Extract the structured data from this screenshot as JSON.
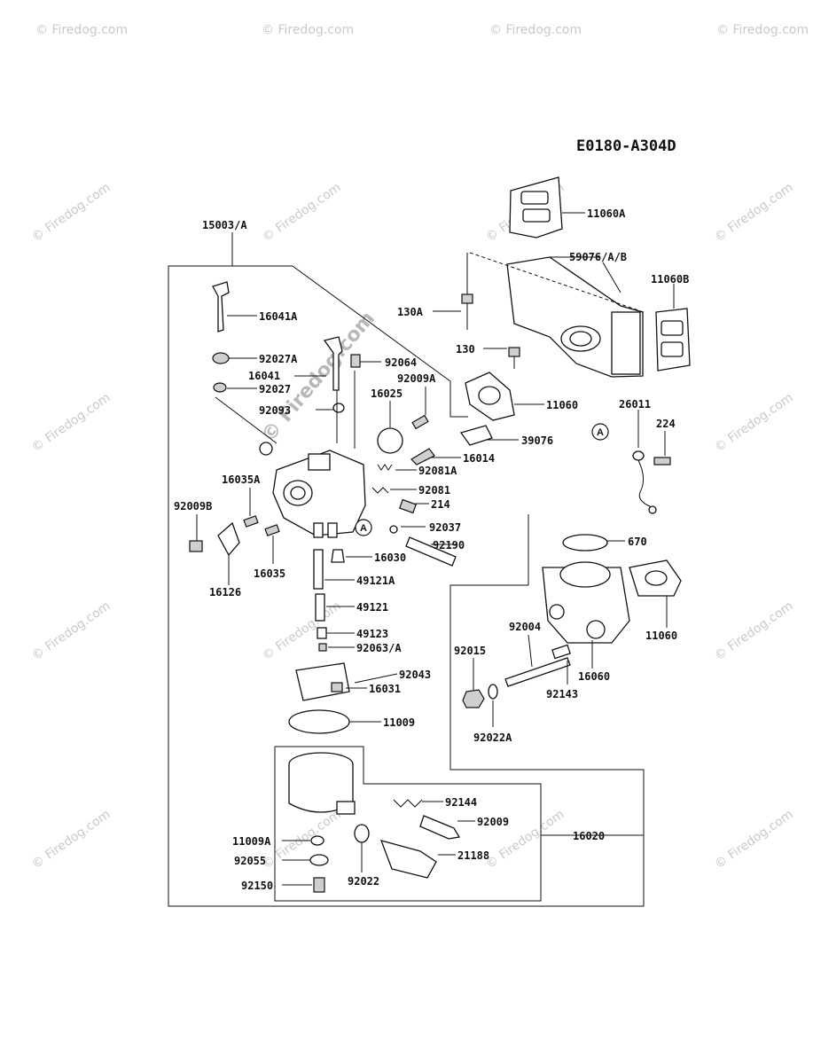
{
  "diagram_code": "E0180-A304D",
  "watermark": "© Firedog.com",
  "callout_letter": "A",
  "parts": [
    "15003/A",
    "16041A",
    "92027A",
    "92064",
    "16041",
    "92009A",
    "92027",
    "16025",
    "92093",
    "16014",
    "39076",
    "92081A",
    "16035A",
    "92081",
    "92009B",
    "214",
    "92037",
    "92190",
    "16035",
    "16030",
    "16126",
    "49121A",
    "49121",
    "49123",
    "92063/A",
    "92043",
    "16031",
    "11009",
    "92144",
    "92009",
    "16020",
    "11009A",
    "21188",
    "92055",
    "92022",
    "92150",
    "11060A",
    "59076/A/B",
    "11060B",
    "130A",
    "130",
    "11060",
    "26011",
    "224",
    "670",
    "92004",
    "92015",
    "16060",
    "92143",
    "92022A"
  ],
  "part_11060_right": "11060"
}
